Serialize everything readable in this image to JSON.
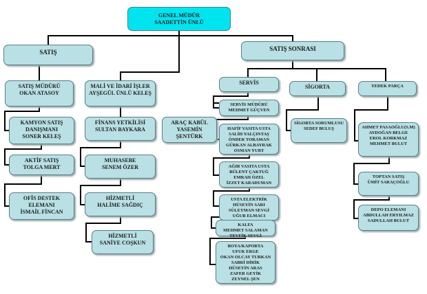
{
  "nodes": {
    "root": [
      "GENEL MÜDÜR",
      "SAADETTİN ÜNLÜ"
    ],
    "satis": [
      "SATIŞ"
    ],
    "satis_sonrasi": [
      "SATIŞ SONRASI"
    ],
    "satis_muduru": [
      "SATIŞ MÜDÜRÜ",
      "OKAN ATASOY"
    ],
    "kamyon": [
      "KAMYON SATIŞ",
      "DANIŞMANI",
      "SONER KELEŞ"
    ],
    "aktif": [
      "AKTİF SATIŞ",
      "TOLGA MERT"
    ],
    "ofis": [
      "OFİS DESTEK",
      "ELEMANI",
      "İSMAİL FİNCAN"
    ],
    "mali": [
      "MALİ VE İDARİ İŞLER",
      "AYŞEGÜL ÜNLÜ KELEŞ"
    ],
    "finans": [
      "FİNANS YETKİLİSİ",
      "SULTAN BAYKARA"
    ],
    "muhasebe": [
      "MUHASEBE",
      "SENEM ÖZER"
    ],
    "hizmetli1": [
      "HİZMETLİ",
      "HALİME  SAĞDIÇ"
    ],
    "hizmetli2": [
      "HİZMETLİ",
      "SANİYE COŞKUN"
    ],
    "servis": [
      "SERVİS"
    ],
    "servis_muduru": [
      "SERVİS MÜDÜRÜ",
      "MEHMET GÜÇVEN"
    ],
    "arac": [
      "ARAÇ KABÜL",
      "YASEMİN",
      "ŞENTÜRK"
    ],
    "hafif": [
      "HAFİF VASITA USTA",
      "SALİH YALÇINTAŞ",
      "ÖNDER TORAMAN",
      "GÜRKAN ALBAYRAK",
      "OSMAN YURT"
    ],
    "agir": [
      "AĞIR VASITA USTA",
      "BÜLENT ÇAKTUĞ",
      "EMRAH ÖZEL",
      "İZZET KARADUMAN"
    ],
    "usta": [
      "USTA ELEKTRİK",
      "HÜSEYİN SARI",
      "SÜLEYMAN SEVGİ",
      "UĞUR ELMACI"
    ],
    "kalfa": [
      "KALFA",
      "MEHMET SALAMAN",
      "TEVFİK SEVGİ"
    ],
    "boya": [
      "BOYA/KAPORTA",
      "UFUK ERGE",
      "OKAN OLCAY TURKAN",
      "SABRİ DİRİK",
      "HÜSEYİN ARAS",
      "ZAFER GEYİK",
      "ZEYNEL ŞEN"
    ],
    "sigorta": [
      "SİGORTA"
    ],
    "sigorta_sor": [
      "SİGORTA SORUMLUSU",
      "SEDEF BULUŞ"
    ],
    "yedek": [
      "YEDEK PARÇA"
    ],
    "ahmet": [
      "AHMET PASAOĞLU(S.M)",
      "AYDOĞAN BELGE",
      "EROL KORKMAZ",
      "MEHMET BULUT"
    ],
    "toptan": [
      "TOPTAN SATIŞ",
      "ÜMİT SARAÇOĞLU"
    ],
    "depo": [
      "DEPO ELEMANI",
      "ABDULLAH ERYILMAZ",
      "SADULLAH BULUT"
    ]
  },
  "colors": {
    "root": "#00e4f0",
    "box": "#b9e0e4",
    "line": "#000000"
  }
}
